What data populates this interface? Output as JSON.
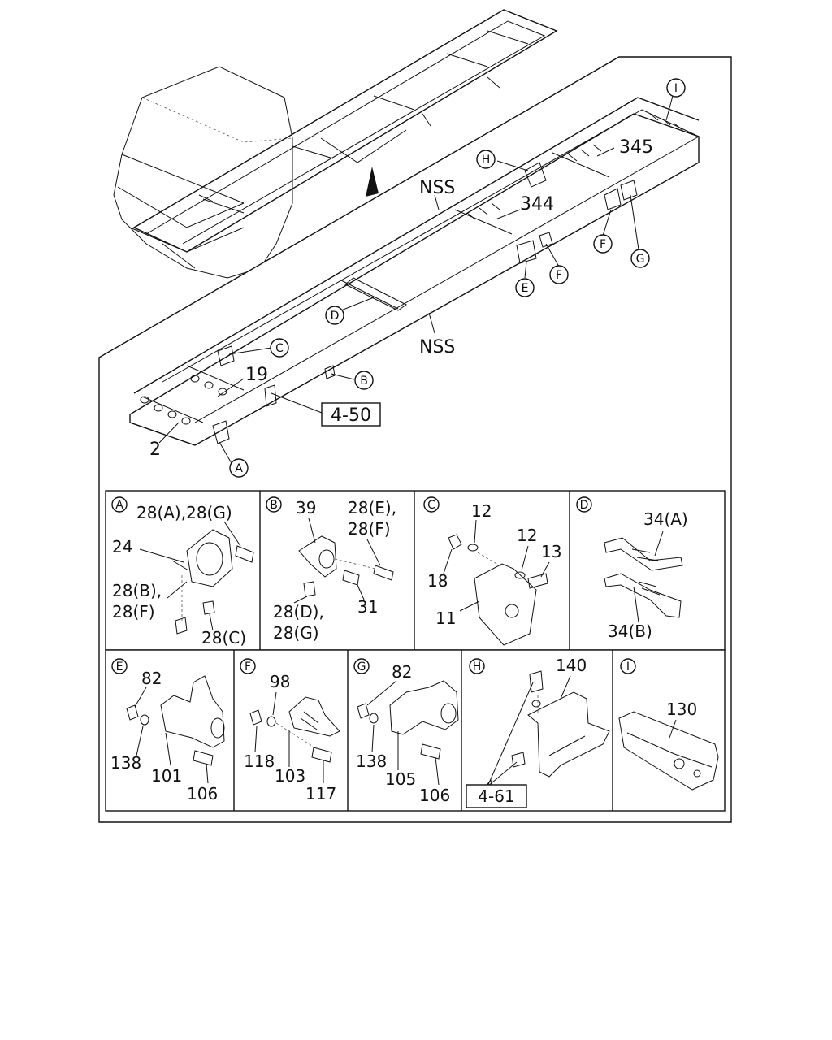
{
  "main_callouts": {
    "i": "I",
    "h": "H",
    "f": "F",
    "g": "G",
    "e": "E",
    "d": "D",
    "c": "C",
    "b": "B",
    "a": "A",
    "p345": "345",
    "p344": "344",
    "nss1": "NSS",
    "nss2": "NSS",
    "p19": "19",
    "p2": "2",
    "ref450": "4-50"
  },
  "panels": {
    "A": {
      "tag": "A",
      "l1": "28(A),28(G)",
      "l2": "24",
      "l3": "28(B),",
      "l4": "28(F)",
      "l5": "28(C)"
    },
    "B": {
      "tag": "B",
      "l1": "39",
      "l2": "28(E),",
      "l3": "28(F)",
      "l4": "28(D),",
      "l5": "28(G)",
      "l6": "31"
    },
    "C": {
      "tag": "C",
      "l1": "12",
      "l2": "12",
      "l3": "13",
      "l4": "18",
      "l5": "11"
    },
    "D": {
      "tag": "D",
      "l1": "34(A)",
      "l2": "34(B)"
    },
    "E": {
      "tag": "E",
      "l1": "82",
      "l2": "138",
      "l3": "101",
      "l4": "106"
    },
    "F": {
      "tag": "F",
      "l1": "98",
      "l2": "118",
      "l3": "103",
      "l4": "117"
    },
    "G": {
      "tag": "G",
      "l1": "82",
      "l2": "138",
      "l3": "105",
      "l4": "106"
    },
    "H": {
      "tag": "H",
      "l1": "140",
      "l2": "4-61"
    },
    "I": {
      "tag": "I",
      "l1": "130"
    }
  }
}
